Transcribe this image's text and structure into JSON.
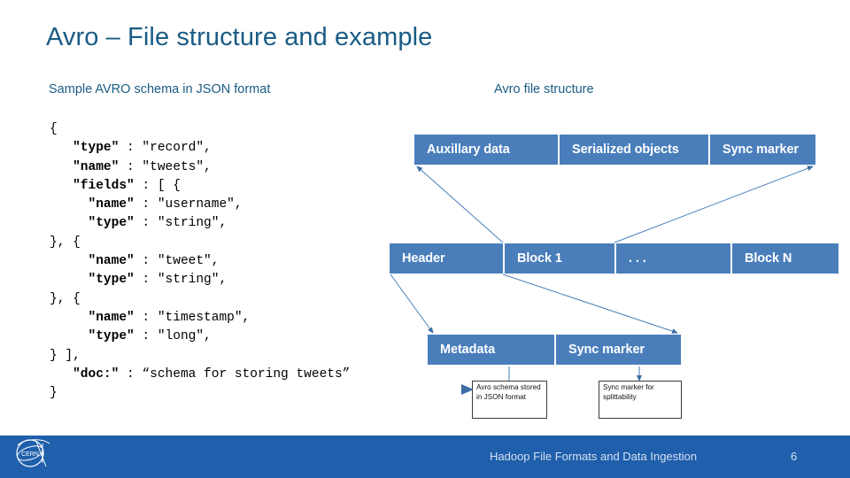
{
  "slide": {
    "title": "Avro – File structure and example",
    "title_color": "#1a5c85",
    "accent_color": "#4a7ebb",
    "footer_color": "#1f5fab"
  },
  "sections": {
    "left_heading": "Sample AVRO schema in JSON format",
    "right_heading": "Avro file structure"
  },
  "code": {
    "language": "json",
    "lines": [
      "{",
      "   \"type\" : \"record\",",
      "   \"name\" : \"tweets\",",
      "   \"fields\" : [ {",
      "     \"name\" : \"username\",",
      "     \"type\" : \"string\",",
      "}, {",
      "     \"name\" : \"tweet\",",
      "     \"type\" : \"string\",",
      "}, {",
      "     \"name\" : \"timestamp\",",
      "     \"type\" : \"long\",",
      "} ],",
      "   \"doc:\" : “schema for storing tweets”",
      "}"
    ],
    "bold_keys": [
      "type",
      "name",
      "fields",
      "doc:"
    ]
  },
  "diagram": {
    "row_expanded": {
      "label": "expanded-block-detail",
      "cells": [
        "Auxillary data",
        "Serialized objects",
        "Sync marker"
      ]
    },
    "row_file": {
      "label": "avro-file-layout",
      "cells": [
        "Header",
        "Block 1",
        ". . .",
        "Block N"
      ]
    },
    "row_header": {
      "label": "header-detail",
      "cells": [
        "Metadata",
        "Sync marker"
      ]
    },
    "notes": [
      "Avro schema stored in JSON format",
      "Sync marker for splittability"
    ]
  },
  "footer": {
    "text": "Hadoop File Formats and Data Ingestion",
    "page": "6",
    "logo": "cern-logo"
  }
}
